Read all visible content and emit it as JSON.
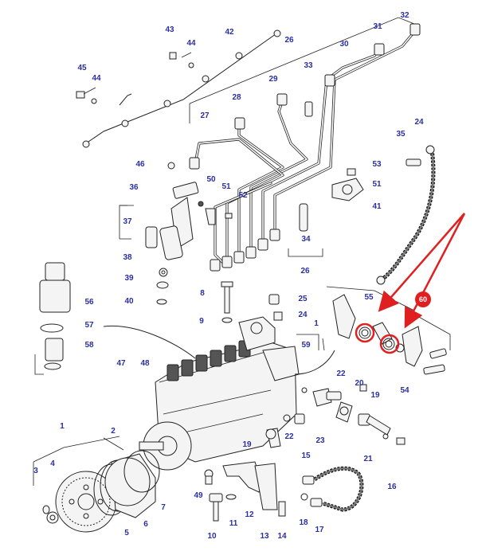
{
  "callouts": {
    "red": {
      "label": "60",
      "color": "#e02020"
    }
  },
  "label_color": "#2a2fa0",
  "part_labels": [
    "43",
    "42",
    "44",
    "45",
    "44",
    "26",
    "32",
    "31",
    "30",
    "33",
    "29",
    "28",
    "27",
    "35",
    "24",
    "53",
    "51",
    "41",
    "46",
    "50",
    "51",
    "52",
    "36",
    "37",
    "38",
    "39",
    "40",
    "34",
    "26",
    "56",
    "57",
    "58",
    "8",
    "9",
    "25",
    "24",
    "55",
    "1",
    "59",
    "22",
    "20",
    "19",
    "47",
    "48",
    "1",
    "2",
    "3",
    "4",
    "5",
    "6",
    "7",
    "49",
    "10",
    "11",
    "12",
    "13",
    "14",
    "19",
    "22",
    "23",
    "21",
    "15",
    "16",
    "17",
    "18",
    "54"
  ]
}
